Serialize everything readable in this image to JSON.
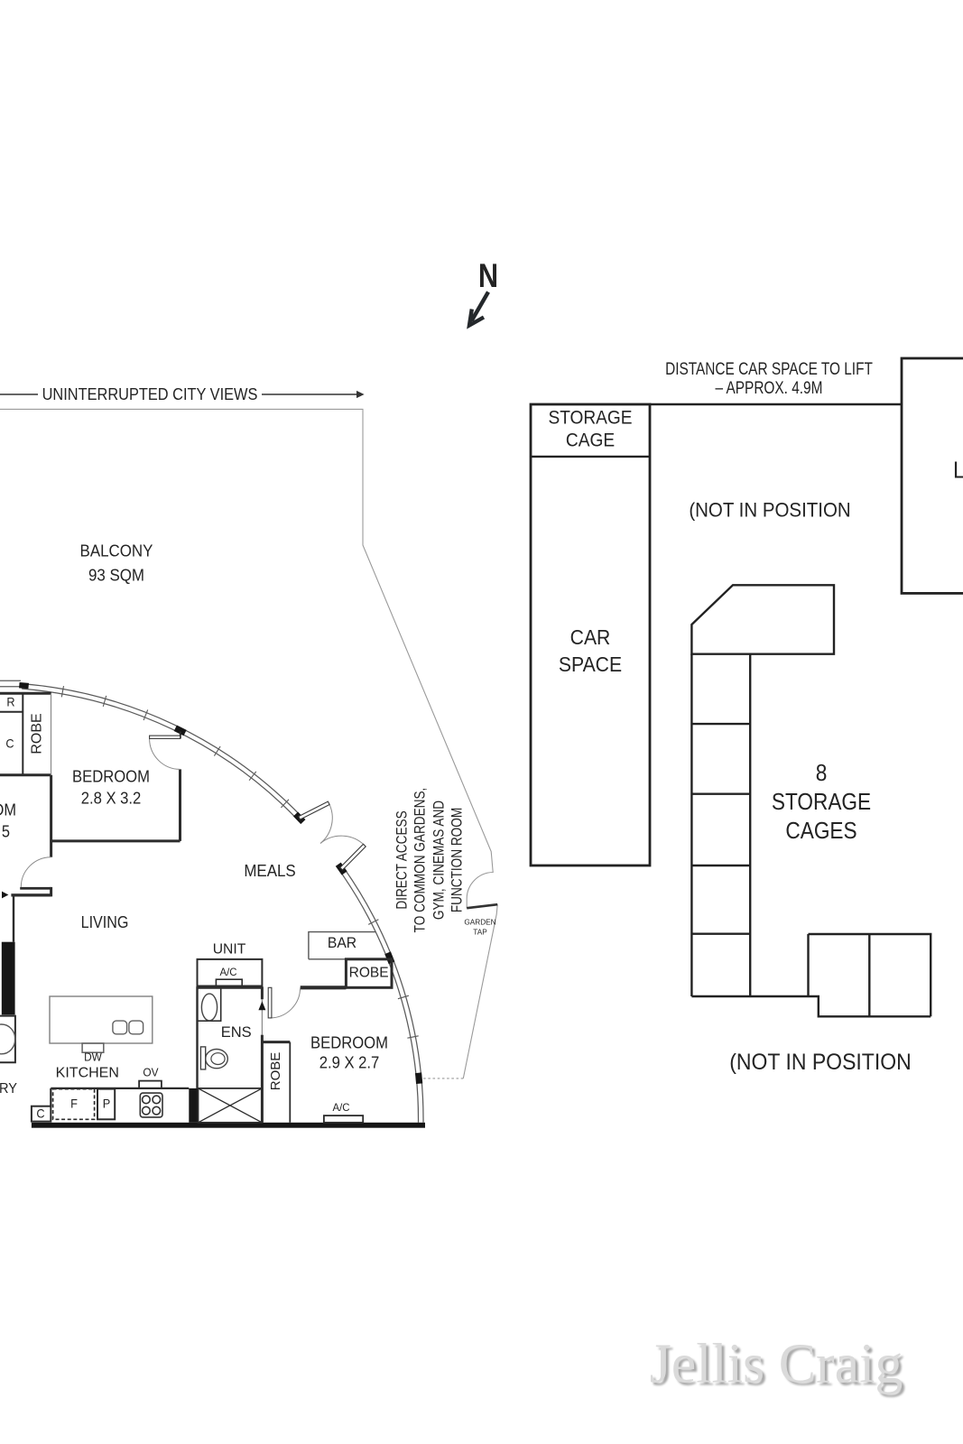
{
  "compass": {
    "north_label": "N"
  },
  "balcony": {
    "views_label": "UNINTERRUPTED CITY VIEWS",
    "lines": [
      "BALCONY",
      "93 SQM"
    ]
  },
  "apartment": {
    "bedroom1": {
      "lines": [
        "BEDROOM",
        "2.8 X 3.2"
      ]
    },
    "bedroom2": {
      "lines": [
        "BEDROOM",
        "2.9 X 2.7"
      ]
    },
    "living": "LIVING",
    "meals": "MEALS",
    "kitchen": "KITCHEN",
    "ens": "ENS",
    "unit": "UNIT",
    "bar": "BAR",
    "robe_bed1": "ROBE",
    "robe_bed2_box": "ROBE",
    "robe_bed2_strip": "ROBE",
    "cut_fragments": {
      "bedroom_om": "OM",
      "dim_5": "5",
      "laundry_ry": "RY"
    },
    "fixtures": {
      "r": "R",
      "c": "C",
      "cupboard": "C",
      "fridge": "F",
      "pantry": "P",
      "dishwasher": "DW",
      "oven": "OV",
      "ac_unit": "A/C",
      "ac_bed2": "A/C"
    },
    "direct_access": {
      "lines": [
        "DIRECT ACCESS",
        "TO COMMON GARDENS,",
        "GYM, CINEMAS AND",
        "FUNCTION ROOM"
      ]
    },
    "garden_tap": {
      "lines": [
        "GARDEN",
        "TAP"
      ]
    }
  },
  "garage": {
    "distance_note": {
      "lines": [
        "DISTANCE CAR SPACE TO LIFT",
        "– APPROX. 4.9M"
      ]
    },
    "storage_cage": {
      "lines": [
        "STORAGE",
        "CAGE"
      ]
    },
    "car_space": {
      "lines": [
        "CAR",
        "SPACE"
      ]
    },
    "lift": "LIFT",
    "not_in_position_top": "(NOT IN POSITION",
    "not_in_position_bottom": "(NOT IN POSITION",
    "storage_cages": {
      "lines": [
        "8",
        "STORAGE",
        "CAGES"
      ]
    }
  },
  "watermark": "Jellis Craig",
  "colors": {
    "wall": "#2c2c2c",
    "thin": "#9a9a9a",
    "glass": "#5a5a5a",
    "text": "#232323",
    "watermark": "#e3e3e3"
  }
}
